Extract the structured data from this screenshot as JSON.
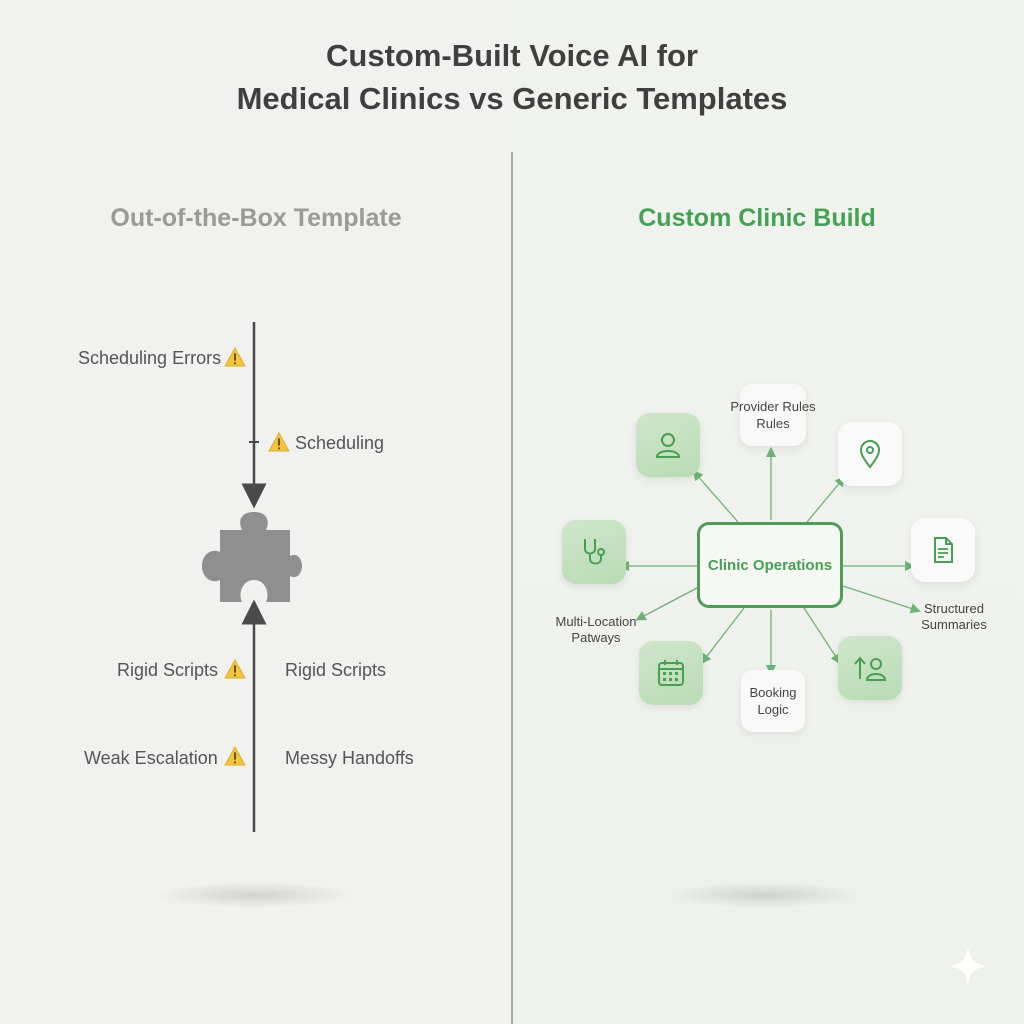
{
  "title": {
    "line1": "Custom-Built Voice AI for",
    "line2": "Medical Clinics vs Generic Templates"
  },
  "left_panel": {
    "heading": "Out-of-the-Box Template",
    "labels": {
      "scheduling_errors": "Scheduling Errors",
      "scheduling": "Scheduling",
      "rigid_scripts_left": "Rigid Scripts",
      "rigid_scripts_right": "Rigid Scripts",
      "weak_escalation": "Weak Escalation",
      "messy_handoffs": "Messy Handoffs"
    },
    "icons": [
      "warning-icon",
      "puzzle-piece-icon"
    ],
    "colors": {
      "warning": "#f2c53d",
      "puzzle": "#8f8f8f",
      "arrow": "#4a4a4a"
    }
  },
  "right_panel": {
    "heading": "Custom Clinic Build",
    "center": "Clinic Operations",
    "nodes": {
      "provider_rules": {
        "line1": "Provider Rules",
        "line2": "Rules"
      },
      "multi_location": {
        "line1": "Multi-Location",
        "line2": "Patways"
      },
      "structured_summaries": {
        "line1": "Structured",
        "line2": "Summaries"
      },
      "booking_logic": {
        "line1": "Booking",
        "line2": "Logic"
      }
    },
    "icons": [
      "user-icon",
      "location-pin-icon",
      "stethoscope-icon",
      "document-icon",
      "calendar-icon",
      "user-upload-icon"
    ],
    "colors": {
      "accent": "#47a052",
      "tile_green": "#c4e0bf",
      "connector": "#6db374"
    }
  }
}
